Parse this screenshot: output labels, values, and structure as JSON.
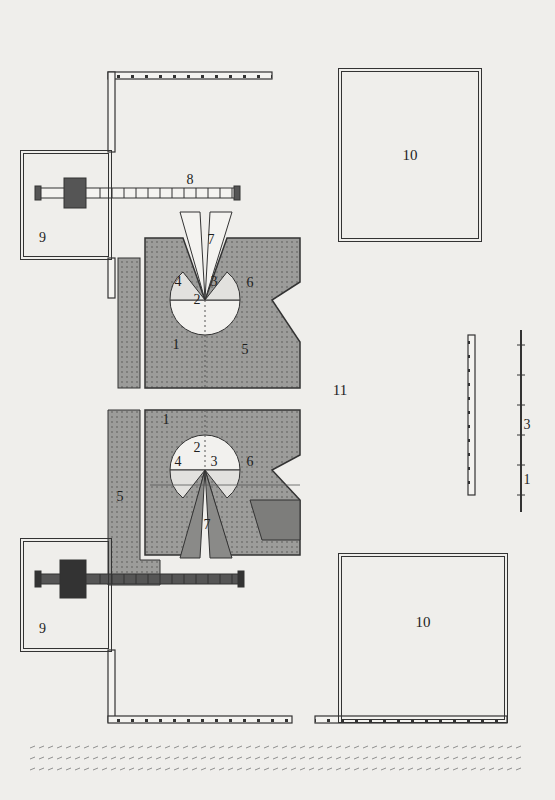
{
  "diagram": {
    "nodes": [
      {
        "text": [
          "10"
        ]
      },
      {
        "text": [
          "9"
        ]
      },
      {
        "text": [
          "9"
        ]
      },
      {
        "text": [
          "10"
        ]
      }
    ],
    "labels": [
      "8",
      "7",
      "4",
      "2",
      "3",
      "6",
      "1",
      "5",
      "11",
      "1",
      "2",
      "4",
      "3",
      "6",
      "5",
      "7",
      "3",
      "1"
    ]
  }
}
